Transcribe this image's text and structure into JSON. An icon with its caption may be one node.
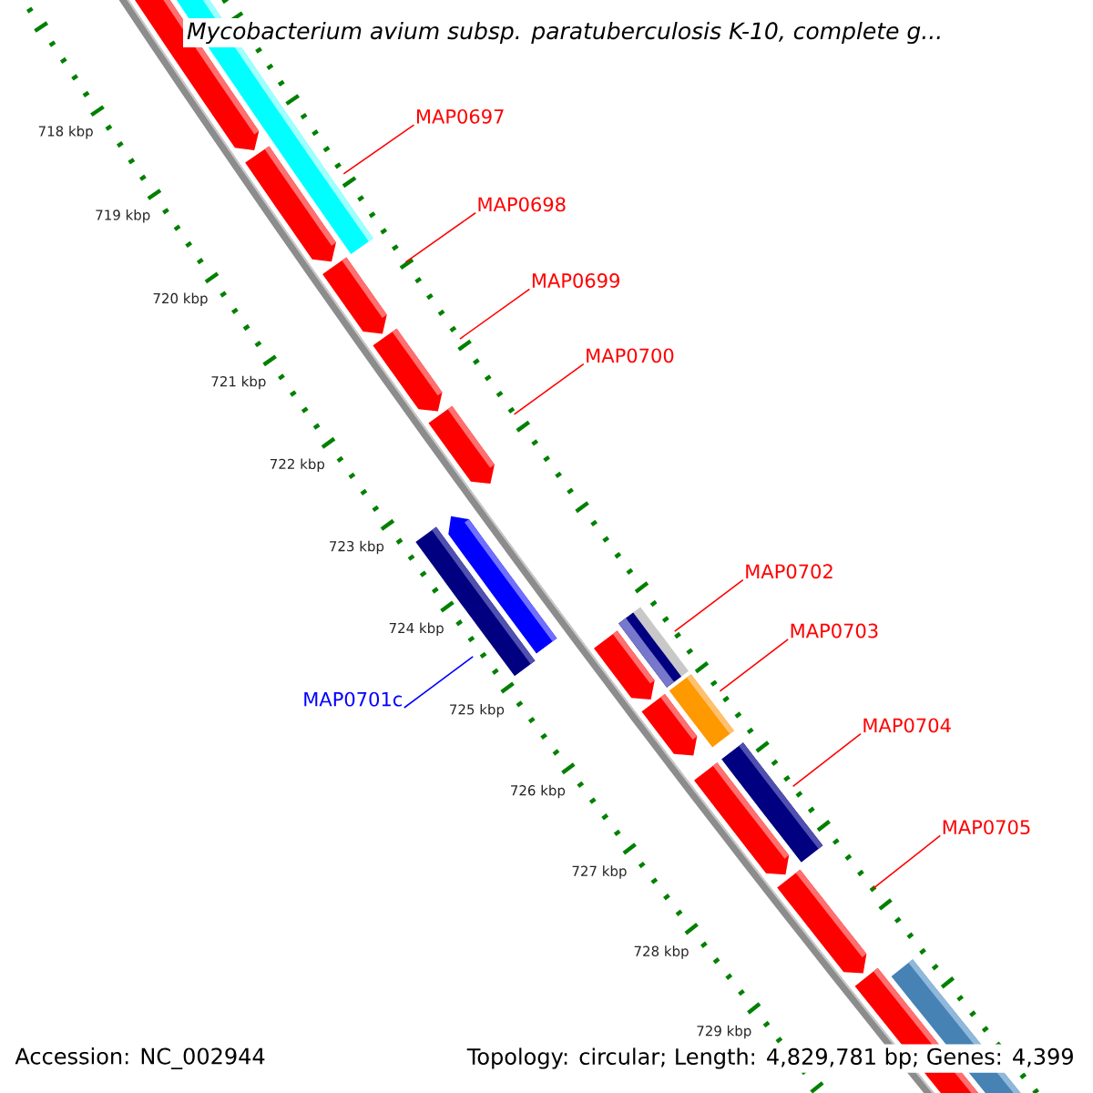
{
  "diagram": {
    "title": "*Mycobacterium avium* subsp. *paratuberculosis* K-10, complete g...",
    "nodes": [
      {
        "text": [
          "MAP0697"
        ]
      },
      {
        "text": [
          "MAP0698"
        ]
      },
      {
        "text": [
          "MAP0699"
        ]
      },
      {
        "text": [
          "MAP0700"
        ]
      },
      {
        "text": [
          "MAP0701c"
        ]
      },
      {
        "text": [
          "MAP0702"
        ]
      },
      {
        "text": [
          "MAP0703"
        ]
      },
      {
        "text": [
          "MAP0704"
        ]
      },
      {
        "text": [
          "MAP0705"
        ]
      }
    ],
    "edges": [
      {
        "from": 0,
        "to": null,
        "arrow": "none"
      },
      {
        "from": 1,
        "to": null,
        "arrow": "none"
      },
      {
        "from": 2,
        "to": null,
        "arrow": "none"
      },
      {
        "from": 3,
        "to": null,
        "arrow": "none"
      },
      {
        "from": 4,
        "to": null,
        "arrow": "none",
        "color": "#0000ff"
      },
      {
        "from": 5,
        "to": null,
        "arrow": "none"
      },
      {
        "from": 6,
        "to": null,
        "arrow": "none"
      },
      {
        "from": 7,
        "to": null,
        "arrow": "none"
      },
      {
        "from": 8,
        "to": null,
        "arrow": "none"
      }
    ],
    "labels": [
      "718 kbp",
      "719 kbp",
      "720 kbp",
      "721 kbp",
      "722 kbp",
      "723 kbp",
      "724 kbp",
      "725 kbp",
      "726 kbp",
      "727 kbp",
      "728 kbp",
      "729 kbp",
      "Accession: NC_002944",
      "Topology: circular; Length: 4,829,781 bp; Genes: 4,399"
    ]
  }
}
